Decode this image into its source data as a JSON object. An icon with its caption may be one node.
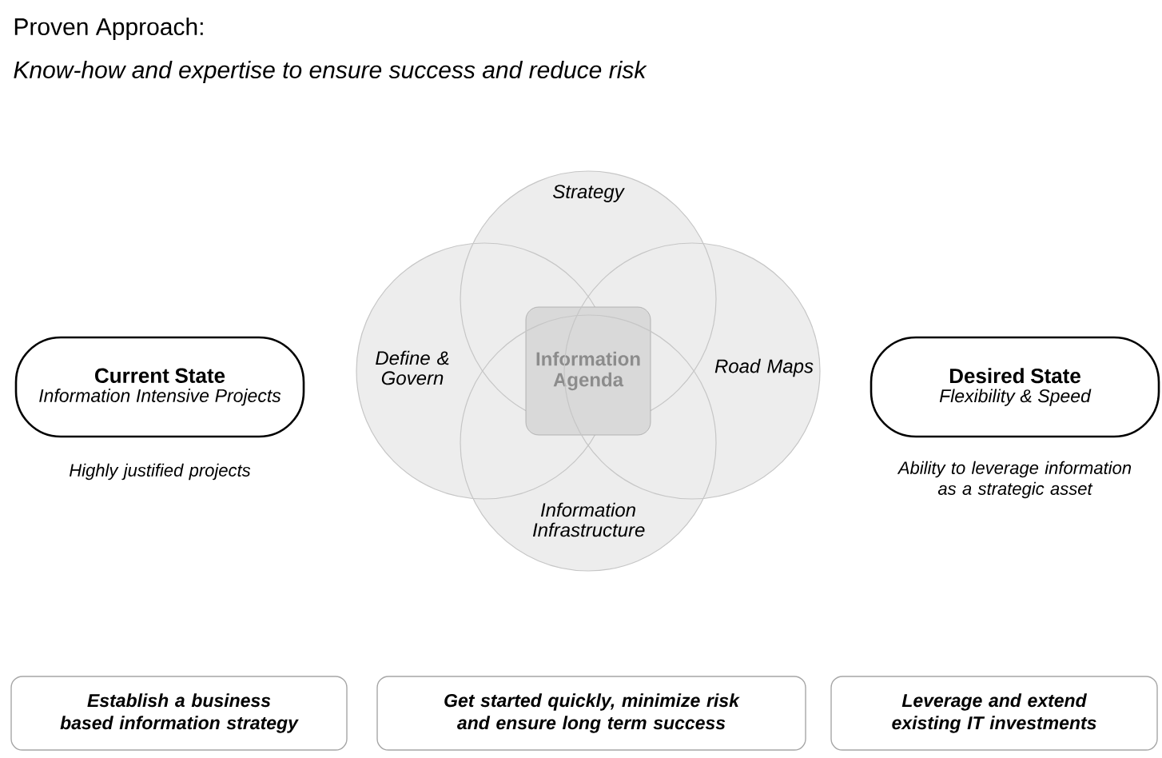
{
  "diagram": {
    "title": "Proven Approach:",
    "nodes": [
      {
        "text": [
          "Strategy"
        ]
      },
      {
        "text": [
          "Current State",
          "Information Intensive Projects"
        ],
        "beside": [
          "Highly justified projects"
        ]
      },
      {
        "text": [
          "Define & Govern"
        ]
      },
      {
        "text": [
          "Information Agenda"
        ]
      },
      {
        "text": [
          "Road Maps"
        ]
      },
      {
        "text": [
          "Desired State",
          "Flexibility & Speed"
        ],
        "beside": [
          "Ability to leverage information as a strategic asset"
        ]
      },
      {
        "text": [
          "Information Infrastructure"
        ]
      },
      {
        "text": [
          "Establish a business based information strategy"
        ]
      },
      {
        "text": [
          "Get started quickly, minimize risk and ensure long term success"
        ]
      },
      {
        "text": [
          "Leverage and extend existing IT investments"
        ]
      }
    ],
    "labels": [
      "Know-how and expertise to ensure success and reduce risk"
    ]
  }
}
